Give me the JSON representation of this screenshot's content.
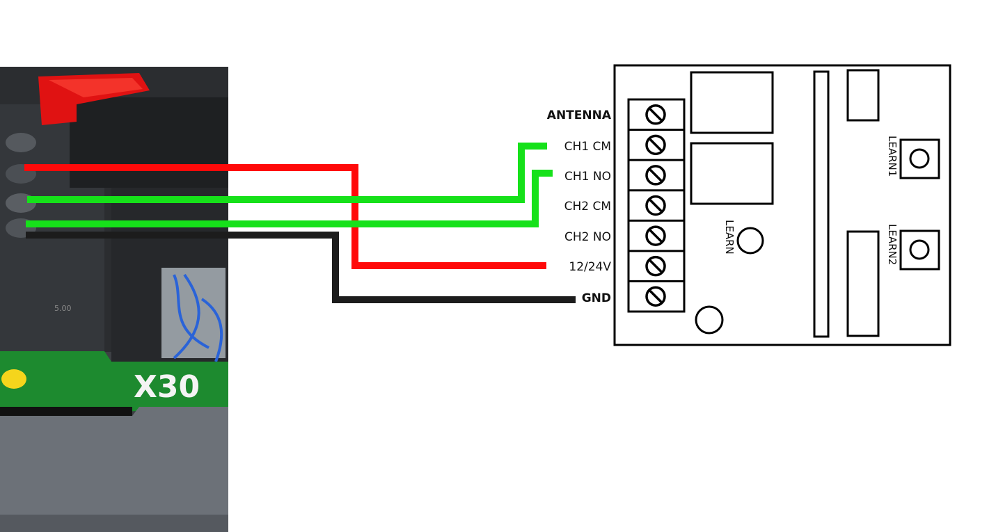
{
  "photo": {
    "board_marking": "X30",
    "component_text": "5.00"
  },
  "receiver": {
    "terminals": [
      {
        "label": "ANTENNA"
      },
      {
        "label": "CH1 CM"
      },
      {
        "label": "CH1 NO"
      },
      {
        "label": "CH2 CM"
      },
      {
        "label": "CH2 NO"
      },
      {
        "label": "12/24V"
      },
      {
        "label": "GND"
      }
    ],
    "learn_label": "LEARN",
    "learn1_label": "LEARN1",
    "learn2_label": "LEARN2"
  },
  "wires": [
    {
      "id": "power",
      "color": "#ff0a0a",
      "from": "controller",
      "to": "12/24V"
    },
    {
      "id": "ch1-cm",
      "color": "#16e11a",
      "from": "controller",
      "to": "CH1 CM"
    },
    {
      "id": "ch1-no",
      "color": "#16e11a",
      "from": "controller",
      "to": "CH1 NO"
    },
    {
      "id": "ground",
      "color": "#1c1c1c",
      "from": "controller",
      "to": "GND"
    }
  ]
}
